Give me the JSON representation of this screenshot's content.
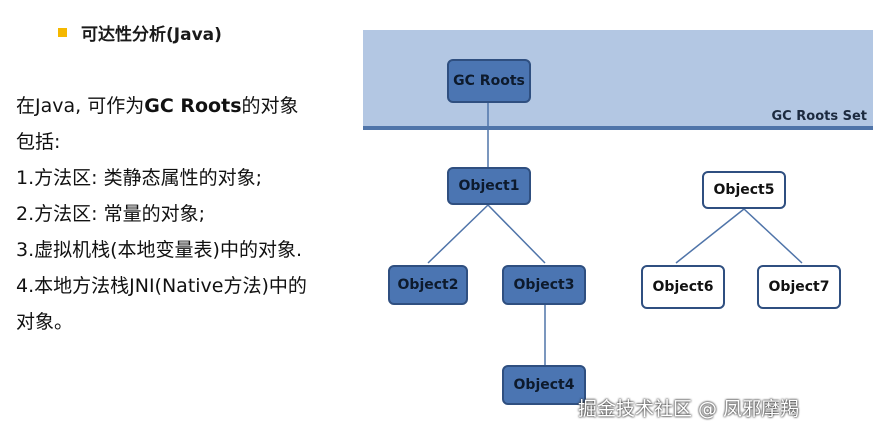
{
  "heading": "可达性分析(Java)",
  "list": {
    "intro_prefix": "在Java, 可作为",
    "intro_bold": "GC Roots",
    "intro_suffix": "的对象",
    "intro_line2": "包括:",
    "items": [
      "1.方法区: 类静态属性的对象;",
      "2.方法区: 常量的对象;",
      "3.虚拟机栈(本地变量表)中的对象.",
      "4.本地方法栈JNI(Native方法)中的",
      "对象。"
    ]
  },
  "diagram": {
    "roots_set_label": "GC Roots Set",
    "nodes": {
      "gc_roots": "GC Roots",
      "object1": "Object1",
      "object2": "Object2",
      "object3": "Object3",
      "object4": "Object4",
      "object5": "Object5",
      "object6": "Object6",
      "object7": "Object7"
    },
    "colors": {
      "band": "#b3c7e3",
      "band_line": "#4f74a9",
      "node_fill": "#4b75b2",
      "node_border": "#2f4f80",
      "edge": "#4f74a9",
      "bullet": "#f5b800"
    }
  },
  "watermark": "掘金技术社区 @ 凤邪摩羯"
}
